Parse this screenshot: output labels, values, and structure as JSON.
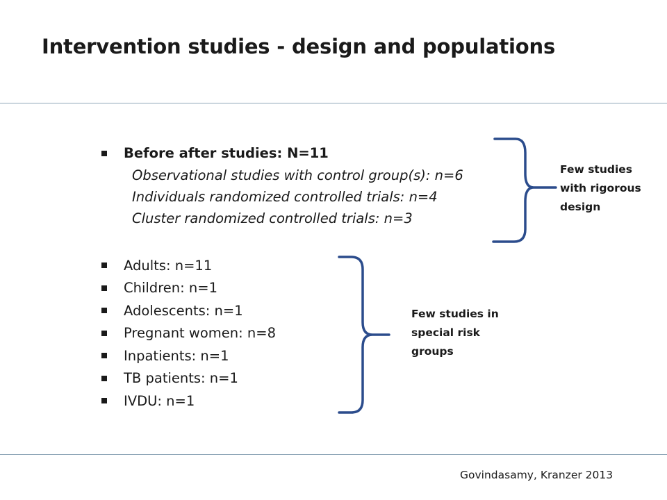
{
  "slide": {
    "title": "Intervention studies - design and populations",
    "design": {
      "heading": "Before after studies: N=11",
      "subitems": [
        "Observational studies with control group(s): n=6",
        "Individuals randomized controlled trials: n=4",
        "Cluster randomized controlled trials: n=3"
      ]
    },
    "populations": [
      "Adults: n=11",
      "Children: n=1",
      "Adolescents: n=1",
      "Pregnant women: n=8",
      "Inpatients: n=1",
      "TB patients: n=1",
      "IVDU: n=1"
    ],
    "callouts": {
      "design": "Few studies\nwith rigorous\ndesign",
      "risk": "Few studies in\nspecial risk\ngroups"
    },
    "citation": "Govindasamy, Kranzer 2013"
  },
  "colors": {
    "brace": "#2b4c8c",
    "rule": "#8fa6b8",
    "text": "#1a1a1a"
  }
}
